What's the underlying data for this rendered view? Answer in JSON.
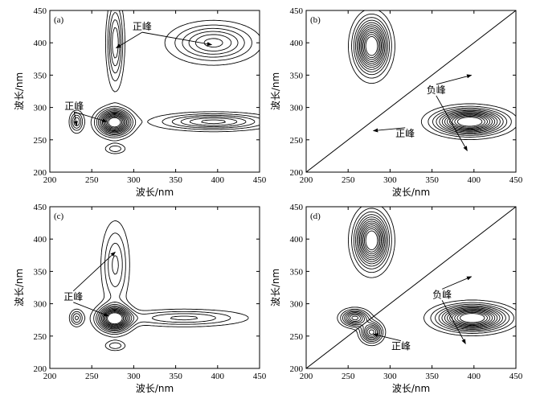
{
  "figure": {
    "shared": {
      "xlabel": "波长/nm",
      "ylabel": "波长/nm",
      "xticks": [
        "200",
        "250",
        "300",
        "350",
        "400",
        "450"
      ],
      "yticks": [
        "200",
        "250",
        "300",
        "350",
        "400",
        "450"
      ]
    }
  },
  "chart_data": [
    {
      "type": "contour",
      "panel_label": "(a)",
      "xlabel": "波长/nm",
      "ylabel": "波长/nm",
      "xlim": [
        200,
        450
      ],
      "ylim": [
        200,
        450
      ],
      "peaks": [
        {
          "x": 277,
          "y": 277,
          "sx": 12,
          "sy": 12,
          "amp": 1.0,
          "sign": "+"
        },
        {
          "x": 278,
          "y": 400,
          "sx": 6,
          "sy": 40,
          "amp": 0.42,
          "sign": "+"
        },
        {
          "x": 395,
          "y": 400,
          "sx": 30,
          "sy": 18,
          "amp": 0.45,
          "sign": "+"
        },
        {
          "x": 395,
          "y": 278,
          "sx": 40,
          "sy": 8,
          "amp": 0.45,
          "sign": "+"
        },
        {
          "x": 232,
          "y": 278,
          "sx": 5,
          "sy": 10,
          "amp": 0.35,
          "sign": "+"
        },
        {
          "x": 278,
          "y": 236,
          "sx": 8,
          "sy": 5,
          "amp": 0.2,
          "sign": "+"
        }
      ],
      "annotations": [
        {
          "text": "正峰",
          "x": 310,
          "y": 420,
          "targets": [
            [
              279,
              392
            ],
            [
              393,
              397
            ]
          ]
        },
        {
          "text": "正峰",
          "x": 229,
          "y": 297,
          "targets": [
            [
              232,
              272
            ],
            [
              268,
              278
            ]
          ]
        }
      ]
    },
    {
      "type": "contour",
      "panel_label": "(b)",
      "xlabel": "波长/nm",
      "ylabel": "波长/nm",
      "xlim": [
        200,
        450
      ],
      "ylim": [
        200,
        450
      ],
      "peaks": [
        {
          "x": 278,
          "y": 395,
          "sx": 12,
          "sy": 25,
          "amp": 1.0,
          "sign": "+"
        },
        {
          "x": 395,
          "y": 278,
          "sx": 25,
          "sy": 12,
          "amp": 1.0,
          "sign": "-"
        }
      ],
      "annotations": [
        {
          "text": "负峰",
          "x": 355,
          "y": 322,
          "targets": [
            [
              397,
              350
            ],
            [
              392,
              233
            ]
          ]
        },
        {
          "text": "正峰",
          "x": 318,
          "y": 255,
          "targets": [
            [
              280,
              264
            ]
          ]
        }
      ]
    },
    {
      "type": "contour",
      "panel_label": "(c)",
      "xlabel": "波长/nm",
      "ylabel": "波长/nm",
      "xlim": [
        200,
        450
      ],
      "ylim": [
        200,
        450
      ],
      "peaks": [
        {
          "x": 277,
          "y": 277,
          "sx": 12,
          "sy": 12,
          "amp": 1.0,
          "sign": "+"
        },
        {
          "x": 278,
          "y": 360,
          "sx": 10,
          "sy": 40,
          "amp": 0.3,
          "sign": "+"
        },
        {
          "x": 360,
          "y": 278,
          "sx": 45,
          "sy": 8,
          "amp": 0.3,
          "sign": "+"
        },
        {
          "x": 232,
          "y": 278,
          "sx": 5,
          "sy": 8,
          "amp": 0.3,
          "sign": "+"
        },
        {
          "x": 278,
          "y": 235,
          "sx": 8,
          "sy": 5,
          "amp": 0.2,
          "sign": "+"
        }
      ],
      "annotations": [
        {
          "text": "正峰",
          "x": 228,
          "y": 306,
          "targets": [
            [
              278,
              380
            ],
            [
              270,
              281
            ]
          ]
        }
      ]
    },
    {
      "type": "contour",
      "panel_label": "(d)",
      "xlabel": "波长/nm",
      "ylabel": "波长/nm",
      "xlim": [
        200,
        450
      ],
      "ylim": [
        200,
        450
      ],
      "peaks": [
        {
          "x": 278,
          "y": 398,
          "sx": 12,
          "sy": 25,
          "amp": 1.0,
          "sign": "+"
        },
        {
          "x": 398,
          "y": 278,
          "sx": 25,
          "sy": 12,
          "amp": 1.0,
          "sign": "-"
        },
        {
          "x": 258,
          "y": 278,
          "sx": 10,
          "sy": 8,
          "amp": 0.6,
          "sign": "+"
        },
        {
          "x": 278,
          "y": 256,
          "sx": 8,
          "sy": 10,
          "amp": 0.6,
          "sign": "+"
        }
      ],
      "annotations": [
        {
          "text": "负峰",
          "x": 362,
          "y": 309,
          "targets": [
            [
              397,
              342
            ],
            [
              390,
              238
            ]
          ]
        },
        {
          "text": "正峰",
          "x": 313,
          "y": 229,
          "targets": [
            [
              280,
              253
            ]
          ]
        }
      ]
    }
  ]
}
